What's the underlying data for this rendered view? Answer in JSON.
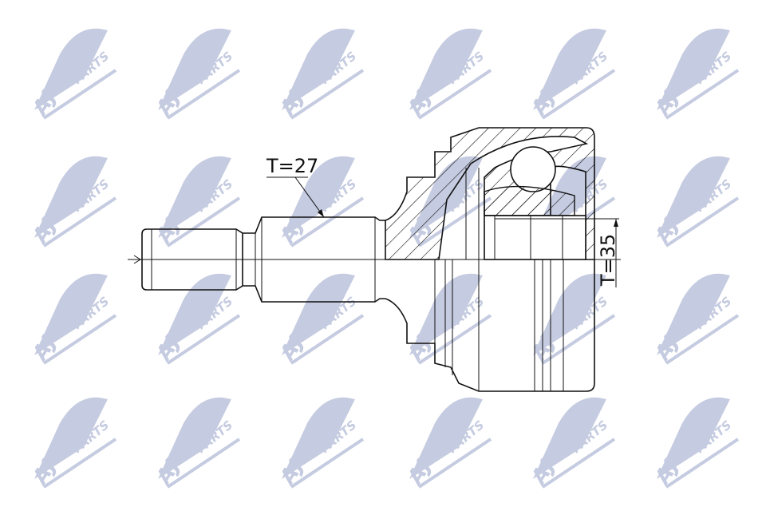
{
  "drawing": {
    "dimension_shaft_teeth": "T=27",
    "dimension_joint_teeth": "T=35"
  },
  "watermark": {
    "brand": "AJS",
    "suffix": "PARTS",
    "color": "#c5cbe0"
  },
  "colors": {
    "line": "#111111",
    "background": "#ffffff"
  }
}
